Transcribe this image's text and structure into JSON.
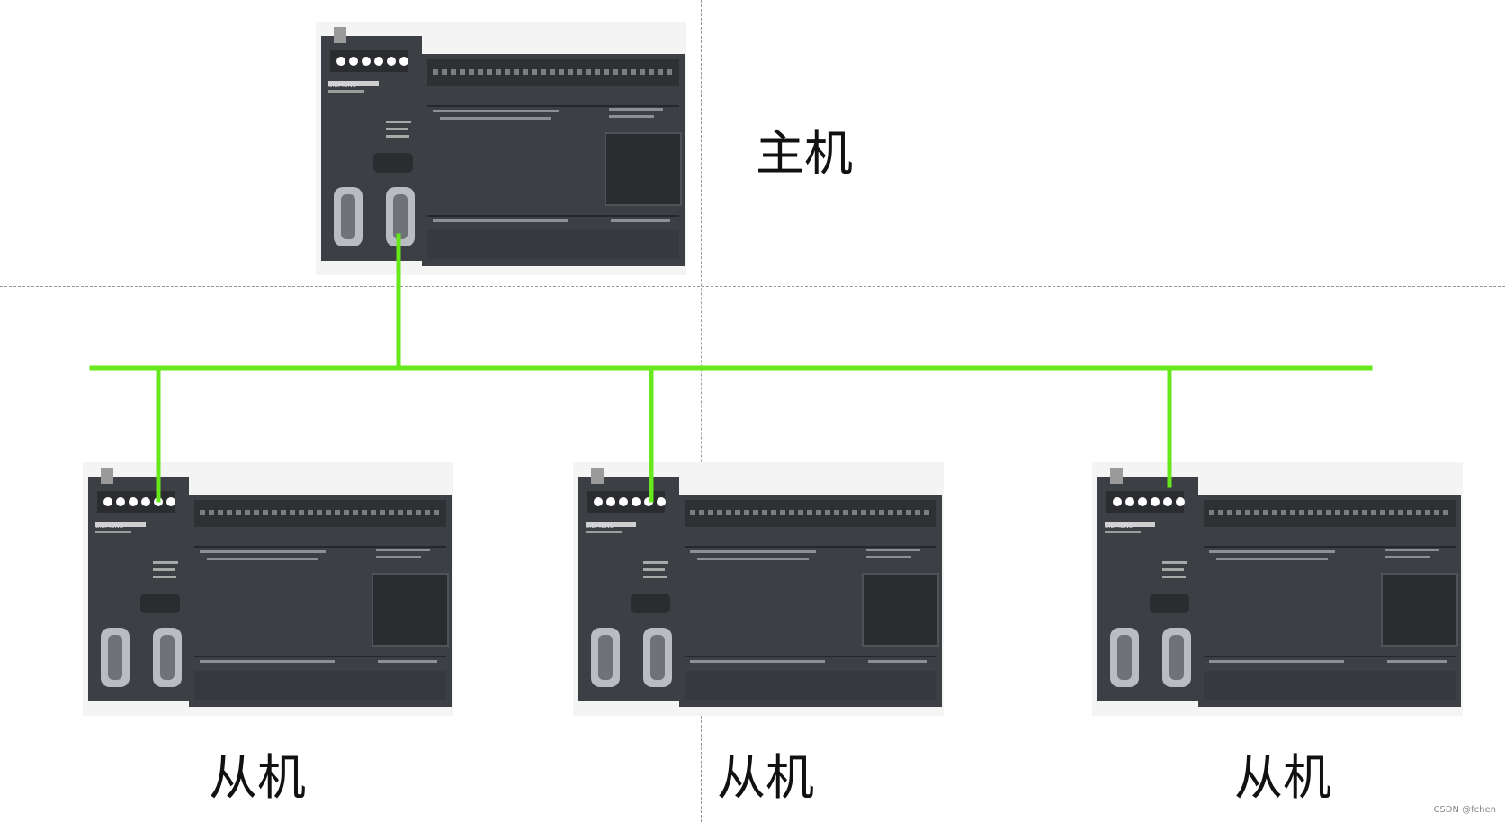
{
  "diagram": {
    "master_label": "主机",
    "slave_labels": [
      "从机",
      "从机",
      "从机"
    ],
    "watermark": "CSDN @fchen",
    "device_brand": "SIEMENS",
    "device_icon": "siemens-s7-200-plc-icon",
    "colors": {
      "bus": "#66e81c",
      "device_body": "#3c3f43",
      "device_dark": "#2a2c30",
      "background": "#ffffff"
    }
  }
}
